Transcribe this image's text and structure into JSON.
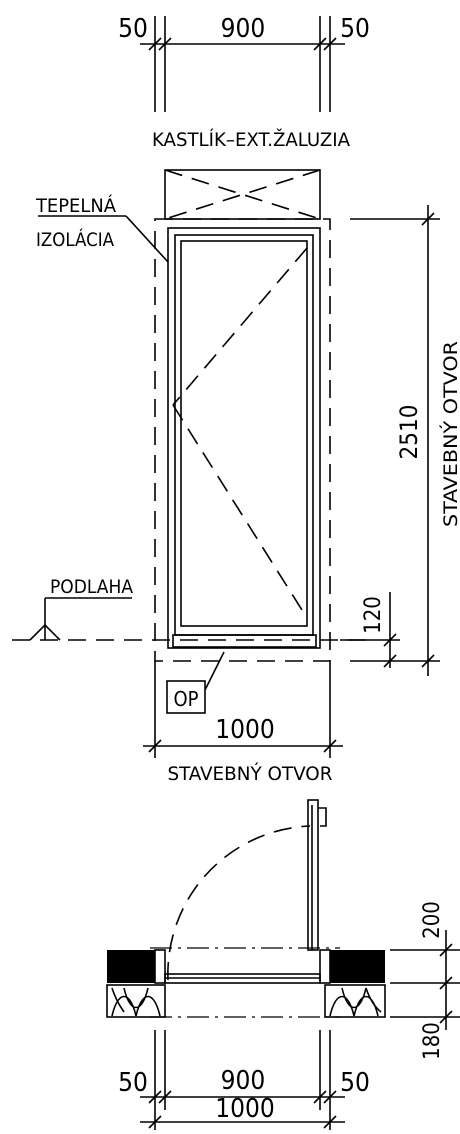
{
  "top_view": {
    "dims_top": {
      "left": "50",
      "center": "900",
      "right": "50"
    },
    "box_label": "KASTLÍK–EXT.ŽALUZIA",
    "insulation_label_1": "TEPELNÁ",
    "insulation_label_2": "IZOLÁCIA",
    "floor_label": "PODLAHA",
    "height_dim": "2510",
    "height_label": "STAVEBNÝ OTVOR",
    "sill_dim": "120",
    "op_label": "OP",
    "width_dim": "1000",
    "width_label": "STAVEBNÝ OTVOR"
  },
  "plan_view": {
    "dim_200": "200",
    "dim_180": "180",
    "dims_bottom": {
      "left": "50",
      "center": "900",
      "right": "50"
    },
    "total_width": "1000"
  }
}
